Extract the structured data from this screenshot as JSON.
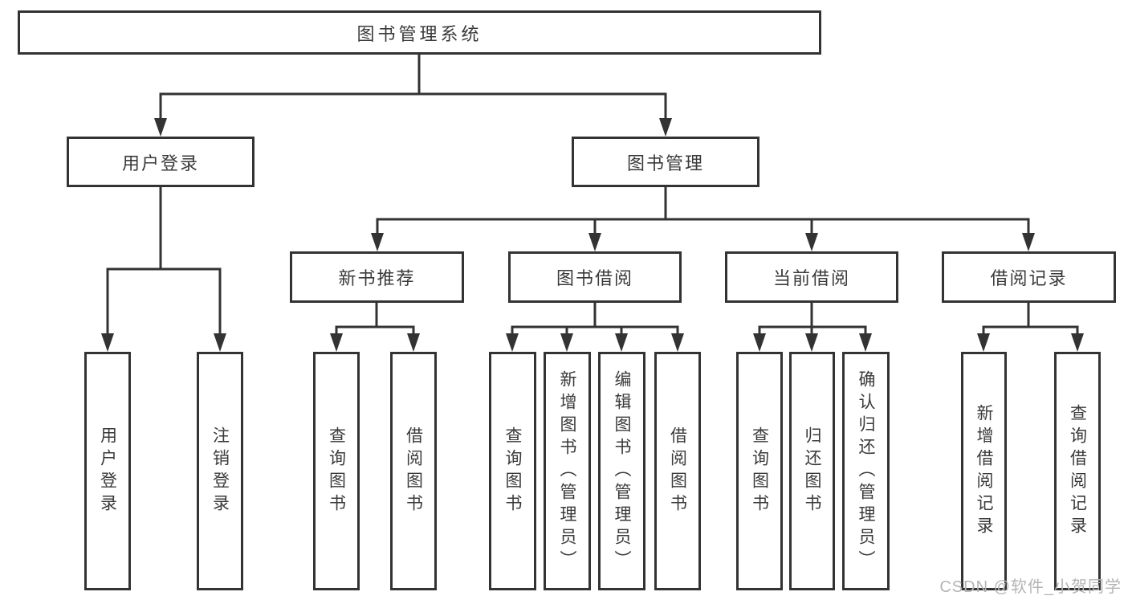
{
  "colors": {
    "line": "#333333",
    "text": "#3a3a3a",
    "background": "#ffffff",
    "watermark": "#b4b4b4"
  },
  "nodes": {
    "root": "图书管理系统",
    "branches": [
      {
        "label": "用户登录",
        "children": [
          "用户登录",
          "注销登录"
        ]
      },
      {
        "label": "图书管理",
        "children": [
          {
            "label": "新书推荐",
            "children": [
              "查询图书",
              "借阅图书"
            ]
          },
          {
            "label": "图书借阅",
            "children": [
              "查询图书",
              "新增图书（管理员）",
              "编辑图书（管理员）",
              "借阅图书"
            ]
          },
          {
            "label": "当前借阅",
            "children": [
              "查询图书",
              "归还图书",
              "确认归还（管理员）"
            ]
          },
          {
            "label": "借阅记录",
            "children": [
              "新增借阅记录",
              "查询借阅记录"
            ]
          }
        ]
      }
    ]
  },
  "watermark": {
    "text": "CSDN @软件_小贺同学"
  }
}
